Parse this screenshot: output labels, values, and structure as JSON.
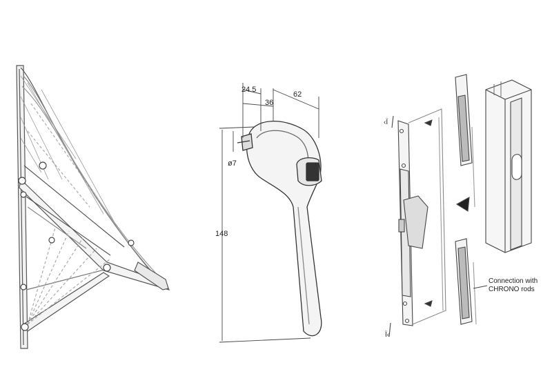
{
  "handle": {
    "dim_24_5": "24.5",
    "dim_36": "36",
    "dim_62": "62",
    "dim_148": "148",
    "dim_diam7": "ø7"
  },
  "rods": {
    "caption_line1": "Connection with",
    "caption_line2": "CHRONO rods"
  },
  "colors": {
    "line": "#3a3a3a",
    "light": "#8a8a8a",
    "fill": "#f4f4f4"
  }
}
